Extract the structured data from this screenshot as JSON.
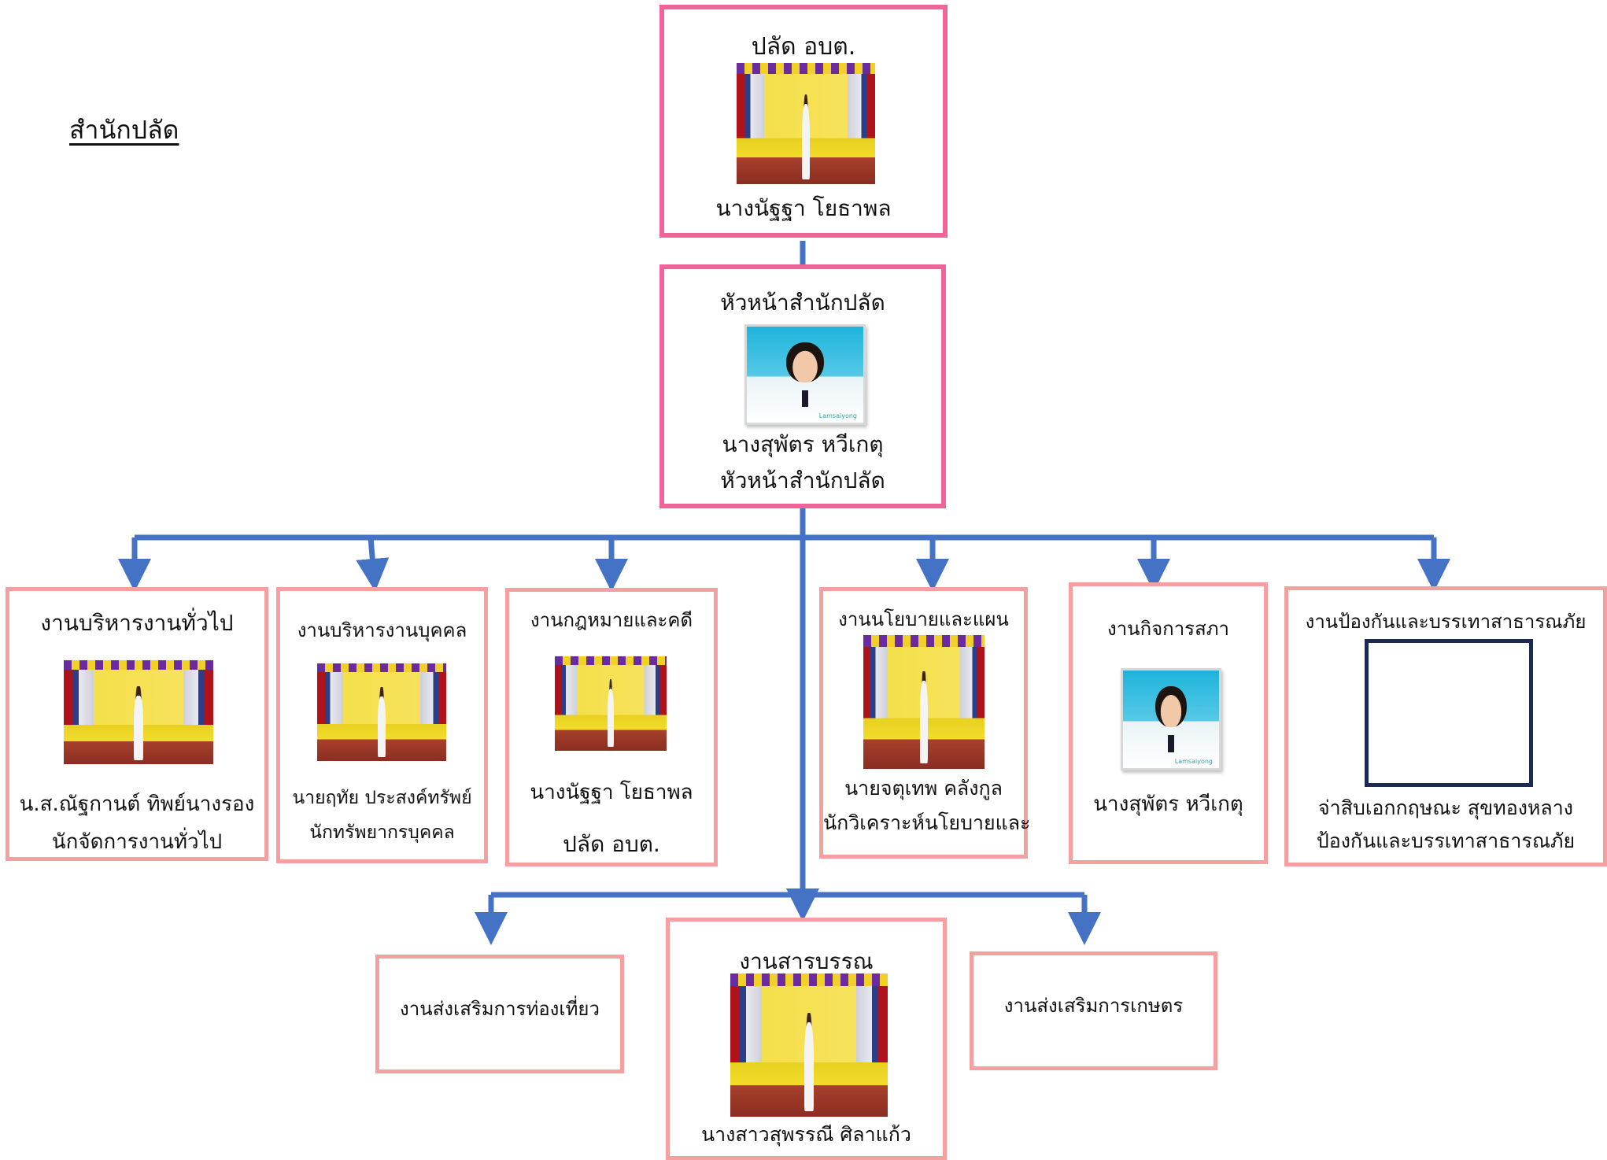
{
  "section_title": "สำนักปลัด",
  "chief": {
    "title": "ปลัด อบต.",
    "name": "นางนัฐฐา  โยธาพล"
  },
  "head": {
    "title": "หัวหน้าสำนักปลัด",
    "name": "นางสุพัตร หวีเกตุ",
    "position": "หัวหน้าสำนักปลัด",
    "photo_watermark": "Lamsaiyong"
  },
  "units": [
    {
      "title": "งานบริหารงานทั่วไป",
      "name": "น.ส.ณัฐกานต์ ทิพย์นางรอง",
      "position": "นักจัดการงานทั่วไป"
    },
    {
      "title": "งานบริหารงานบุคคล",
      "name": "นายฤทัย ประสงค์ทรัพย์",
      "position": "นักทรัพยากรบุคคล"
    },
    {
      "title": "งานกฎหมายและคดี",
      "name": "นางนัฐฐา  โยธาพล",
      "position": "ปลัด อบต."
    },
    {
      "title": "งานนโยบายและแผน",
      "name": "นายจตุเทพ คลังกูล",
      "position": "นักวิเคราะห์นโยบายและ"
    },
    {
      "title": "งานกิจการสภา",
      "name": "นางสุพัตร หวีเกตุ",
      "photo_watermark": "Lamsaiyong"
    },
    {
      "title": "งานป้องกันและบรรเทาสาธารณภัย",
      "name": "จ่าสิบเอกกฤษณะ  สุขทองหลาง",
      "position": "ป้องกันและบรรเทาสาธารณภัย"
    }
  ],
  "lower_units": [
    {
      "title": "งานส่งเสริมการท่องเที่ยว"
    },
    {
      "title": "งานสารบรรณ",
      "name": "นางสาวสุพรรณี  ศิลาแก้ว"
    },
    {
      "title": "งานส่งเสริมการเกษตร"
    }
  ],
  "colors": {
    "connector": "#4472c4",
    "strong_border": "#f0649a",
    "light_border": "#f4a0a0",
    "placeholder_border": "#1c2a52"
  }
}
